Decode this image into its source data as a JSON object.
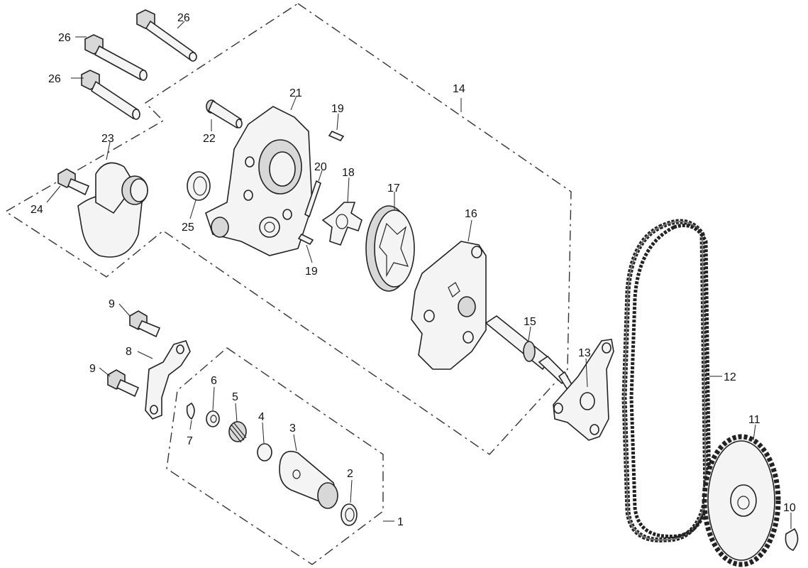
{
  "diagram": {
    "labels": [
      {
        "id": "p1",
        "text": "1"
      },
      {
        "id": "p2",
        "text": "2"
      },
      {
        "id": "p3",
        "text": "3"
      },
      {
        "id": "p4",
        "text": "4"
      },
      {
        "id": "p5",
        "text": "5"
      },
      {
        "id": "p6",
        "text": "6"
      },
      {
        "id": "p7",
        "text": "7"
      },
      {
        "id": "p8",
        "text": "8"
      },
      {
        "id": "p9a",
        "text": "9"
      },
      {
        "id": "p9b",
        "text": "9"
      },
      {
        "id": "p10",
        "text": "10"
      },
      {
        "id": "p11",
        "text": "11"
      },
      {
        "id": "p12",
        "text": "12"
      },
      {
        "id": "p13",
        "text": "13"
      },
      {
        "id": "p14",
        "text": "14"
      },
      {
        "id": "p15",
        "text": "15"
      },
      {
        "id": "p16",
        "text": "16"
      },
      {
        "id": "p17",
        "text": "17"
      },
      {
        "id": "p18",
        "text": "18"
      },
      {
        "id": "p19a",
        "text": "19"
      },
      {
        "id": "p19b",
        "text": "19"
      },
      {
        "id": "p20",
        "text": "20"
      },
      {
        "id": "p21",
        "text": "21"
      },
      {
        "id": "p22",
        "text": "22"
      },
      {
        "id": "p23",
        "text": "23"
      },
      {
        "id": "p24",
        "text": "24"
      },
      {
        "id": "p25",
        "text": "25"
      },
      {
        "id": "p26a",
        "text": "26"
      },
      {
        "id": "p26b",
        "text": "26"
      },
      {
        "id": "p26c",
        "text": "26"
      }
    ]
  }
}
